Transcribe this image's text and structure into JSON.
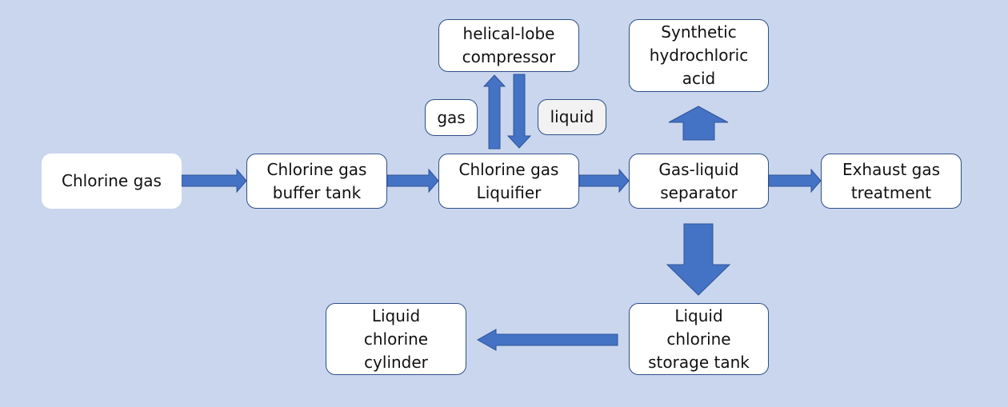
{
  "diagram": {
    "title": "Chlorine gas liquefaction process flow",
    "accent_color": "#4472c4",
    "nodes": {
      "chlorine_gas": "Chlorine gas",
      "buffer_tank": "Chlorine gas\nbuffer tank",
      "liquifier": "Chlorine gas\nLiquifier",
      "separator": "Gas-liquid\nseparator",
      "exhaust": "Exhaust gas\ntreatment",
      "compressor": "helical-lobe\ncompressor",
      "hcl": "Synthetic\nhydrochloric\nacid",
      "storage_tank": "Liquid\nchlorine\nstorage tank",
      "cylinder": "Liquid\nchlorine\ncylinder"
    },
    "labels": {
      "gas": "gas",
      "liquid": "liquid"
    },
    "edges": [
      {
        "from": "chlorine_gas",
        "to": "buffer_tank"
      },
      {
        "from": "buffer_tank",
        "to": "liquifier"
      },
      {
        "from": "liquifier",
        "to": "separator"
      },
      {
        "from": "separator",
        "to": "exhaust"
      },
      {
        "from": "liquifier",
        "to": "compressor",
        "label": "gas"
      },
      {
        "from": "compressor",
        "to": "liquifier",
        "label": "liquid"
      },
      {
        "from": "separator",
        "to": "hcl"
      },
      {
        "from": "separator",
        "to": "storage_tank"
      },
      {
        "from": "storage_tank",
        "to": "cylinder"
      }
    ]
  }
}
